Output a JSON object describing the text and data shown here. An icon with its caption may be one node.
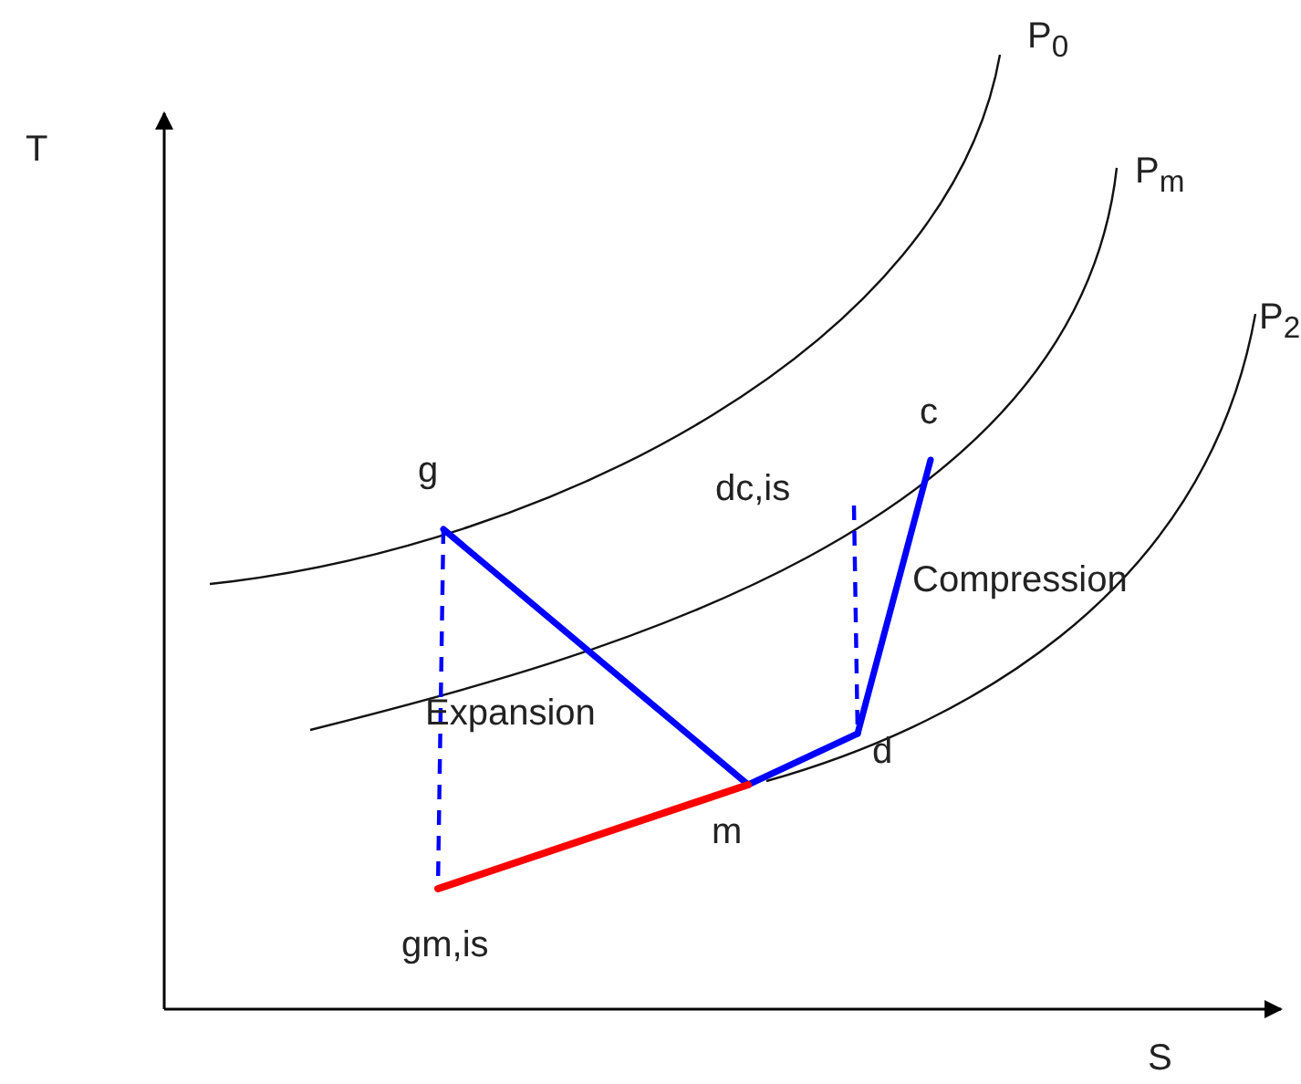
{
  "diagram": {
    "nodes": [
      {
        "text": [
          "g"
        ]
      },
      {
        "text": [
          "m"
        ]
      },
      {
        "text": [
          "d"
        ]
      },
      {
        "text": [
          "c"
        ]
      },
      {
        "text": [
          "gm,is"
        ]
      },
      {
        "text": [
          "dc,is"
        ]
      }
    ],
    "edges": [
      {
        "from": 0,
        "to": 1,
        "arrow": "none"
      },
      {
        "from": 1,
        "to": 2,
        "arrow": "none"
      },
      {
        "from": 2,
        "to": 3,
        "arrow": "none"
      },
      {
        "from": 0,
        "to": 4,
        "arrow": "none",
        "style": "dashed"
      },
      {
        "from": 5,
        "to": 2,
        "arrow": "none",
        "style": "dashed"
      },
      {
        "from": 4,
        "to": 1,
        "arrow": "none",
        "color": "#ff0000"
      }
    ],
    "labels": [
      "P$_{0}$",
      "T",
      "P$_{m}$",
      "P$_{2}$",
      "Compression",
      "Expansion",
      "S"
    ]
  }
}
